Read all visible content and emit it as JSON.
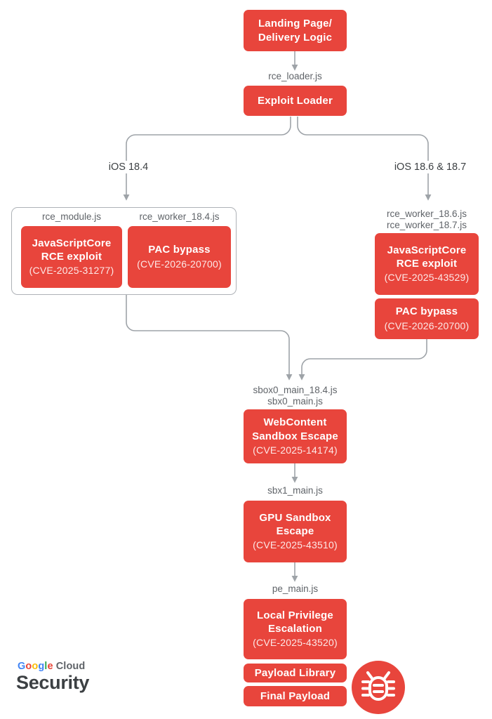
{
  "colors": {
    "node_red": "#E8453C",
    "connector_gray": "#9EA3A8",
    "file_label_gray": "#5F6368",
    "os_label_gray": "#3C4043",
    "google_g_blue": "#4285F4",
    "google_o_red": "#EA4335",
    "google_o_yellow": "#FBBC05",
    "google_l_green": "#34A853"
  },
  "nodes": {
    "landing": {
      "title": "Landing Page/\nDelivery Logic"
    },
    "exploit_loader": {
      "title": "Exploit Loader"
    },
    "jsc_184": {
      "title": "JavaScriptCore\nRCE exploit",
      "cve": "(CVE-2025-31277)"
    },
    "pac_184": {
      "title": "PAC bypass",
      "cve": "(CVE-2026-20700)"
    },
    "jsc_186": {
      "title": "JavaScriptCore\nRCE exploit",
      "cve": "(CVE-2025-43529)"
    },
    "pac_186": {
      "title": "PAC bypass",
      "cve": "(CVE-2026-20700)"
    },
    "webcontent": {
      "title": "WebContent\nSandbox Escape",
      "cve": "(CVE-2025-14174)"
    },
    "gpu": {
      "title": "GPU Sandbox\nEscape",
      "cve": "(CVE-2025-43510)"
    },
    "lpe": {
      "title": "Local Privilege\nEscalation",
      "cve": "(CVE-2025-43520)"
    },
    "payload_library": {
      "title": "Payload Library"
    },
    "final_payload": {
      "title": "Final Payload"
    }
  },
  "labels": {
    "rce_loader": "rce_loader.js",
    "ios_184": "iOS 18.4",
    "ios_186_187": "iOS 18.6 & 18.7",
    "rce_module": "rce_module.js",
    "rce_worker_184": "rce_worker_18.4.js",
    "rce_worker_186_187": "rce_worker_18.6.js\nrce_worker_18.7.js",
    "sbox0": "sbox0_main_18.4.js\nsbx0_main.js",
    "sbx1": "sbx1_main.js",
    "pe": "pe_main.js"
  },
  "footer": {
    "brand_letters": [
      {
        "ch": "G",
        "color": "#4285F4"
      },
      {
        "ch": "o",
        "color": "#EA4335"
      },
      {
        "ch": "o",
        "color": "#FBBC05"
      },
      {
        "ch": "g",
        "color": "#4285F4"
      },
      {
        "ch": "l",
        "color": "#34A853"
      },
      {
        "ch": "e",
        "color": "#EA4335"
      }
    ],
    "brand_suffix": " Cloud",
    "product": "Security"
  },
  "icons": {
    "bug": "bug-icon"
  }
}
